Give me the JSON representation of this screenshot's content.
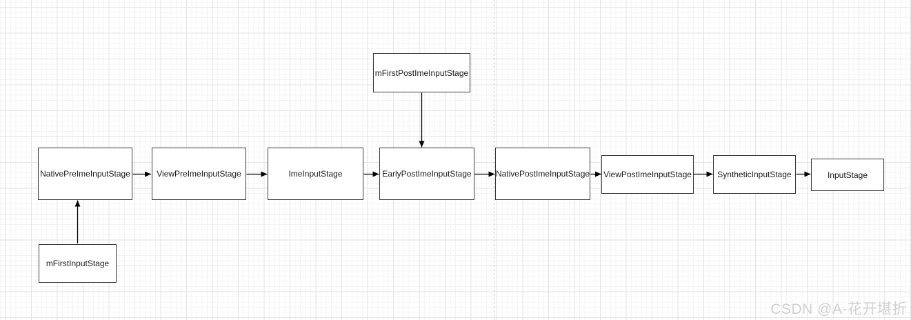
{
  "diagram": {
    "type": "flowchart",
    "chain": [
      {
        "label": "NativePreImeInputStage"
      },
      {
        "label": "ViewPreImeInputStage"
      },
      {
        "label": "ImeInputStage"
      },
      {
        "label": "EarlyPostImeInputStage"
      },
      {
        "label": "NativePostImeInputStage"
      },
      {
        "label": "ViewPostImeInputStage"
      },
      {
        "label": "SyntheticInputStage"
      },
      {
        "label": "InputStage"
      }
    ],
    "references": [
      {
        "label": "mFirstPostImeInputStage",
        "points_to": "EarlyPostImeInputStage",
        "arrow_direction": "down"
      },
      {
        "label": "mFirstInputStage",
        "points_to": "NativePreImeInputStage",
        "arrow_direction": "up"
      }
    ],
    "edges": [
      {
        "from": "NativePreImeInputStage",
        "to": "ViewPreImeInputStage"
      },
      {
        "from": "ViewPreImeInputStage",
        "to": "ImeInputStage"
      },
      {
        "from": "ImeInputStage",
        "to": "EarlyPostImeInputStage"
      },
      {
        "from": "EarlyPostImeInputStage",
        "to": "NativePostImeInputStage"
      },
      {
        "from": "NativePostImeInputStage",
        "to": "ViewPostImeInputStage"
      },
      {
        "from": "ViewPostImeInputStage",
        "to": "SyntheticInputStage"
      },
      {
        "from": "SyntheticInputStage",
        "to": "InputStage"
      },
      {
        "from": "mFirstPostImeInputStage",
        "to": "EarlyPostImeInputStage"
      },
      {
        "from": "mFirstInputStage",
        "to": "NativePreImeInputStage"
      }
    ],
    "colors": {
      "node_border": "#383838",
      "node_fill": "#ffffff",
      "node_text": "#1a1a1a",
      "arrow": "#000000",
      "grid_minor": "#f4f4f4",
      "grid_major": "#e3e3e3",
      "page_divider": "#c4c4c4"
    }
  },
  "watermark": {
    "text": "CSDN @A-花开堪折"
  }
}
